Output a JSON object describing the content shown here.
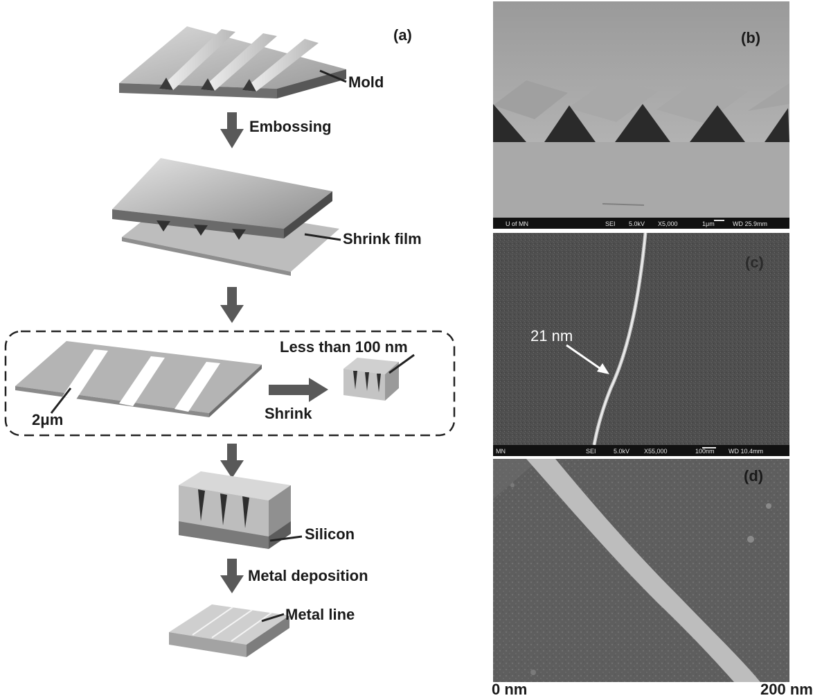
{
  "panel_a": {
    "label": "(a)",
    "steps": {
      "mold": "Mold",
      "embossing": "Embossing",
      "shrink_film": "Shrink film",
      "less_than": "Less than 100 nm",
      "width_2um": "2μm",
      "shrink": "Shrink",
      "silicon": "Silicon",
      "metal_deposition": "Metal deposition",
      "metal_line": "Metal line"
    }
  },
  "panel_b": {
    "label": "(b)",
    "info_bar": [
      "U of MN",
      "SEI",
      "5.0kV",
      "X5,000",
      "1μm",
      "WD 25.9mm"
    ]
  },
  "panel_c": {
    "label": "(c)",
    "annotation": "21 nm",
    "info_bar": [
      "MN",
      "SEI",
      "5.0kV",
      "X55,000",
      "100nm",
      "WD 10.4mm"
    ]
  },
  "panel_d": {
    "label": "(d)",
    "scale_start": "0 nm",
    "scale_end": "200 nm"
  },
  "colors": {
    "arrow": "#595959",
    "dashed_box": "#222222",
    "sem_bar": "#111111"
  }
}
